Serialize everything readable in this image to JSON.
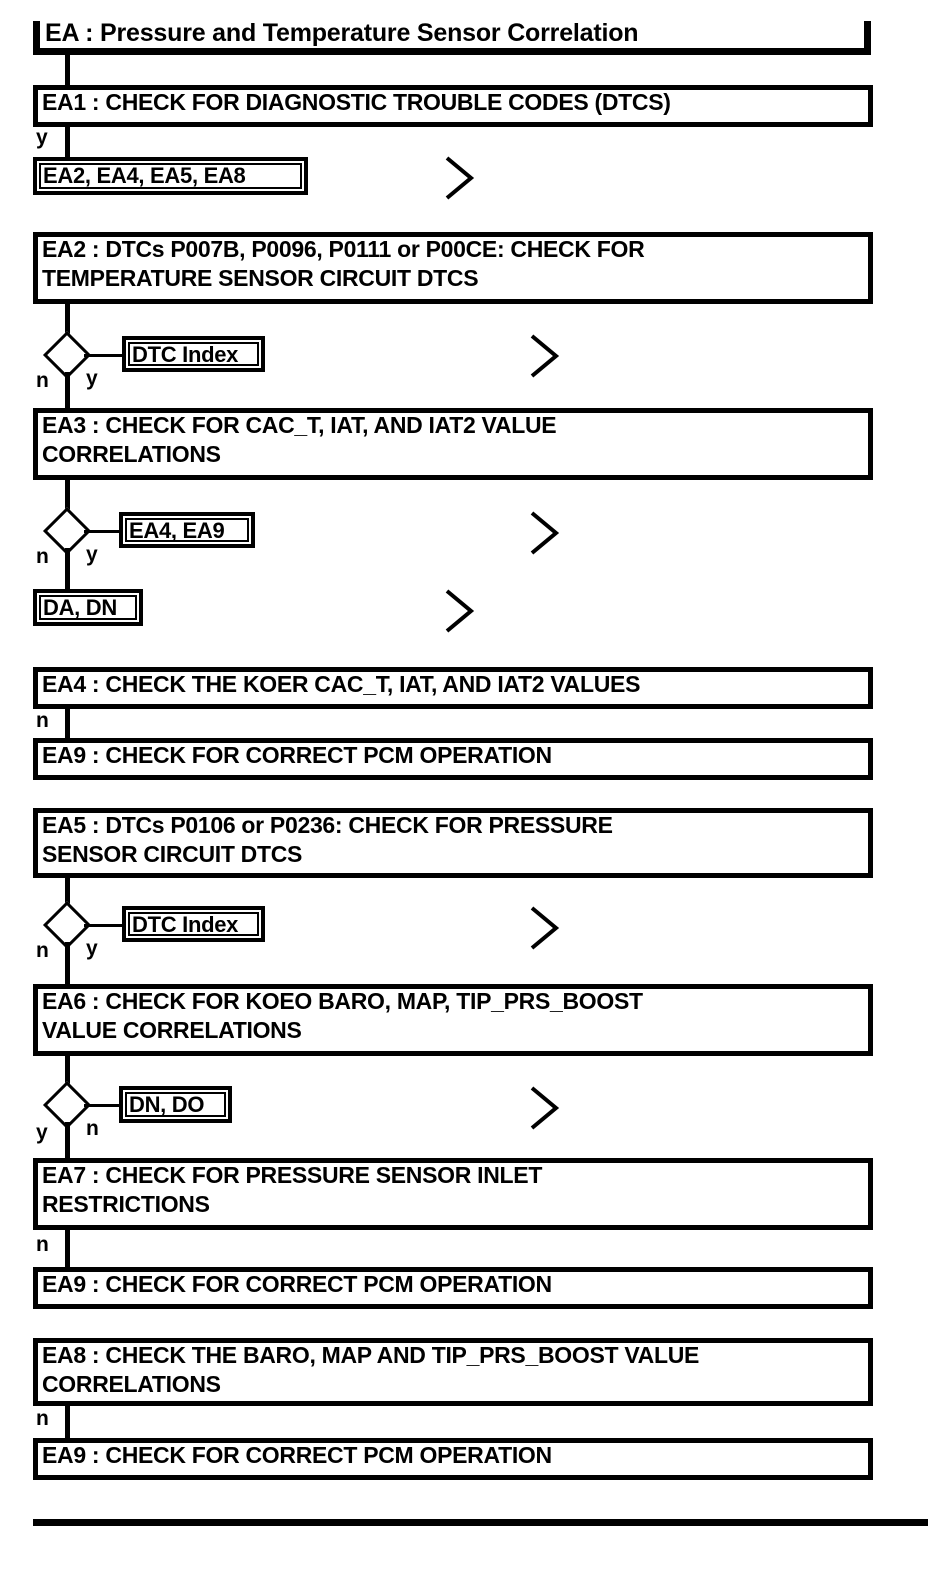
{
  "document": {
    "title": "EA : Pressure and Temperature Sensor Correlation",
    "type": "diagnostic-flowchart",
    "colors": {
      "ink": "#000000",
      "paper": "#ffffff"
    }
  },
  "title_block": {
    "label": "EA : Pressure and Temperature Sensor Correlation"
  },
  "steps": {
    "ea1": {
      "label": "EA1 : CHECK FOR DIAGNOSTIC TROUBLE CODES (DTCS)"
    },
    "ea2": {
      "label": "EA2 : DTCs P007B, P0096, P0111 or P00CE: CHECK FOR\nTEMPERATURE SENSOR CIRCUIT DTCS"
    },
    "ea3": {
      "label": "EA3 : CHECK FOR CAC_T, IAT, AND IAT2 VALUE\nCORRELATIONS"
    },
    "ea4": {
      "label": "EA4 : CHECK THE KOER CAC_T, IAT, AND IAT2 VALUES"
    },
    "ea9a": {
      "label": "EA9 : CHECK FOR CORRECT PCM OPERATION"
    },
    "ea5": {
      "label": "EA5 : DTCs P0106 or P0236: CHECK FOR PRESSURE\nSENSOR CIRCUIT DTCS"
    },
    "ea6": {
      "label": "EA6 : CHECK FOR KOEO BARO, MAP, TIP_PRS_BOOST\nVALUE CORRELATIONS"
    },
    "ea7": {
      "label": "EA7 : CHECK FOR PRESSURE SENSOR INLET\nRESTRICTIONS"
    },
    "ea9b": {
      "label": "EA9 : CHECK FOR CORRECT PCM OPERATION"
    },
    "ea8": {
      "label": "EA8 : CHECK THE BARO, MAP AND TIP_PRS_BOOST VALUE\nCORRELATIONS"
    },
    "ea9c": {
      "label": "EA9 : CHECK FOR CORRECT PCM OPERATION"
    }
  },
  "references": {
    "ref1": {
      "label": "EA2, EA4, EA5, EA8"
    },
    "ref2": {
      "label": "DTC Index"
    },
    "ref3": {
      "label": "EA4, EA9"
    },
    "ref4": {
      "label": "DA, DN"
    },
    "ref5": {
      "label": "DTC Index"
    },
    "ref6": {
      "label": "DN, DO"
    }
  },
  "branch_labels": {
    "ea1_y": "y",
    "d1_n": "n",
    "d1_y": "y",
    "d2_n": "n",
    "d2_y": "y",
    "ea4_n": "n",
    "d3_n": "n",
    "d3_y": "y",
    "d4_y": "y",
    "d4_n": "n",
    "ea7_n": "n",
    "ea8_n": "n"
  },
  "icons": {
    "goto_chevron": "chevron-right-icon"
  }
}
